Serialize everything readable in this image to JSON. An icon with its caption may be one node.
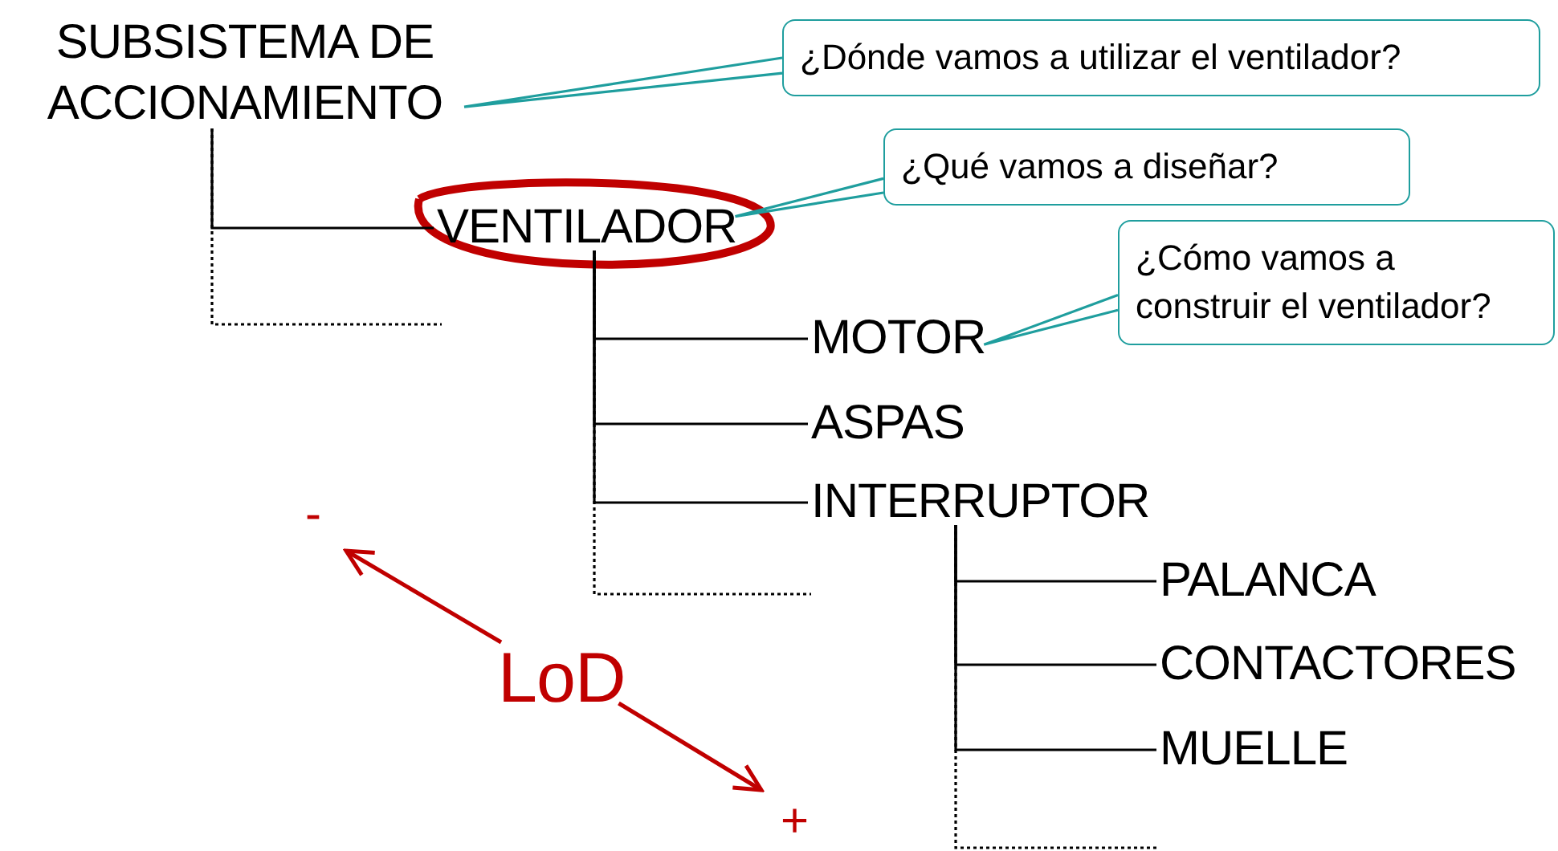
{
  "diagram": {
    "nodes": [
      {
        "text": [
          "SUBSISTEMA DE ACCIONAMIENTO"
        ]
      },
      {
        "text": [
          "VENTILADOR"
        ]
      },
      {
        "text": [
          "MOTOR"
        ]
      },
      {
        "text": [
          "ASPAS"
        ]
      },
      {
        "text": [
          "INTERRUPTOR"
        ]
      },
      {
        "text": [
          "PALANCA"
        ]
      },
      {
        "text": [
          "CONTACTORES"
        ]
      },
      {
        "text": [
          "MUELLE"
        ]
      },
      {
        "text": [
          "¿Dónde vamos a utilizar el ventilador?"
        ]
      },
      {
        "text": [
          "¿Qué vamos a diseñar?"
        ]
      },
      {
        "text": [
          "¿Cómo vamos a construir el ventilador?"
        ]
      },
      {
        "text": [
          "LoD"
        ]
      },
      {
        "text": [
          "-"
        ]
      },
      {
        "text": [
          "+"
        ]
      }
    ],
    "edges": [
      {
        "from": 0,
        "to": 1,
        "arrow": "none"
      },
      {
        "from": 1,
        "to": 2,
        "arrow": "none"
      },
      {
        "from": 1,
        "to": 3,
        "arrow": "none"
      },
      {
        "from": 1,
        "to": 4,
        "arrow": "none"
      },
      {
        "from": 4,
        "to": 5,
        "arrow": "none"
      },
      {
        "from": 4,
        "to": 6,
        "arrow": "none"
      },
      {
        "from": 4,
        "to": 7,
        "arrow": "none"
      },
      {
        "from": 0,
        "to": null,
        "arrow": "none",
        "style": "dashed"
      },
      {
        "from": 1,
        "to": null,
        "arrow": "none",
        "style": "dashed"
      },
      {
        "from": 4,
        "to": null,
        "arrow": "none",
        "style": "dashed"
      },
      {
        "from": 8,
        "to": 0,
        "arrow": "none",
        "color": "#1f9e9e"
      },
      {
        "from": 9,
        "to": 1,
        "arrow": "none",
        "color": "#1f9e9e"
      },
      {
        "from": 10,
        "to": 2,
        "arrow": "none",
        "color": "#1f9e9e"
      },
      {
        "from": 11,
        "to": 12,
        "arrow": "to",
        "color": "#c00000"
      },
      {
        "from": 11,
        "to": 13,
        "arrow": "to",
        "color": "#c00000"
      }
    ]
  }
}
